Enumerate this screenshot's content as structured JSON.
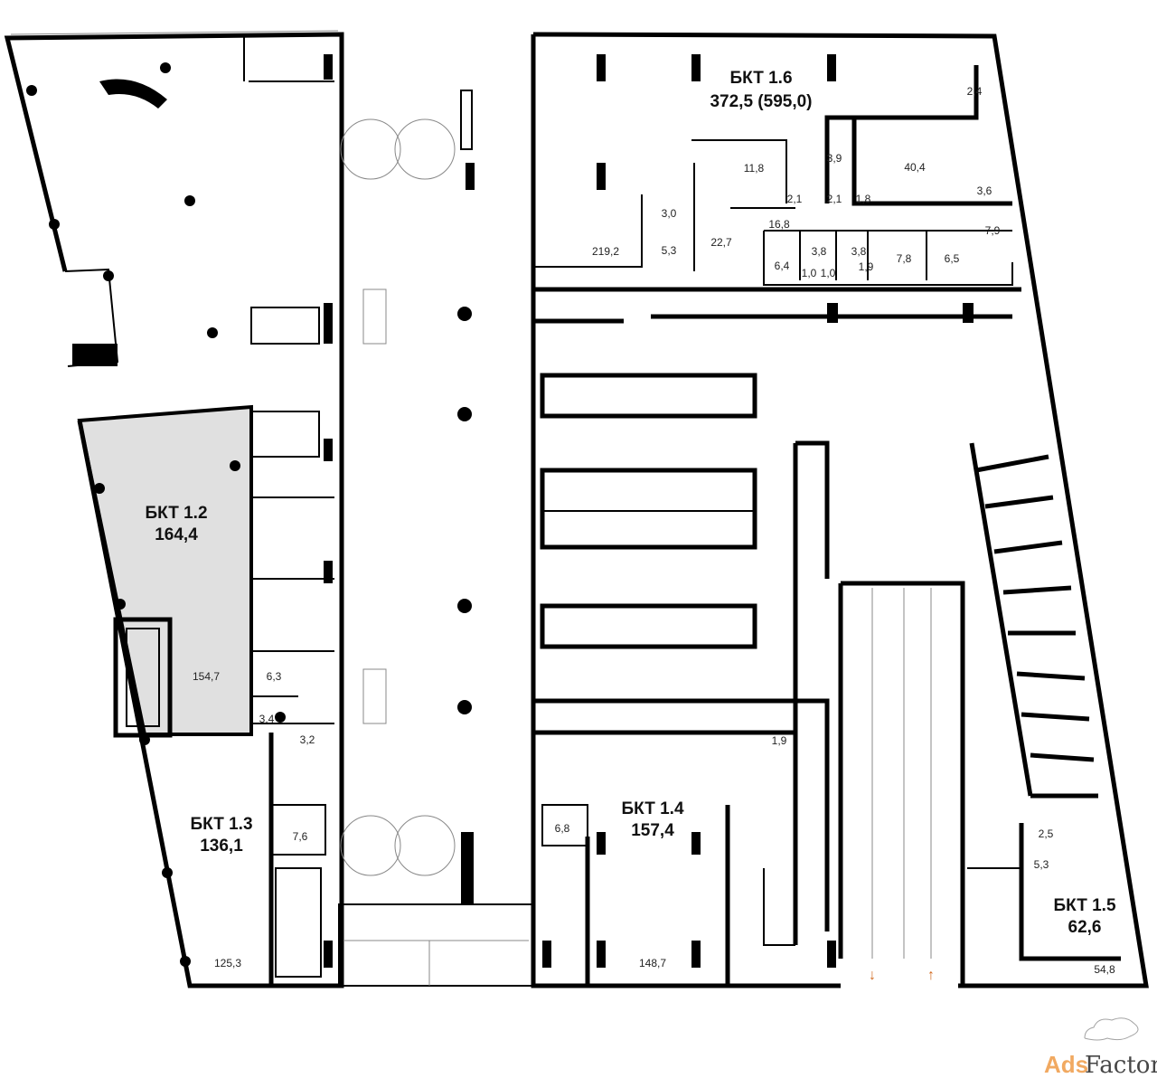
{
  "units": [
    {
      "name": "БКТ 1.2",
      "area": "164,4"
    },
    {
      "name": "БКТ 1.3",
      "area": "136,1"
    },
    {
      "name": "БКТ 1.4",
      "area": "157,4"
    },
    {
      "name": "БКТ 1.5",
      "area": "62,6"
    },
    {
      "name": "БКТ 1.6",
      "area": "372,5 (595,0)"
    }
  ],
  "rooms": [
    "2,4",
    "11,8",
    "3,9",
    "40,4",
    "2,1",
    "2,1",
    "1,8",
    "3,6",
    "3,0",
    "16,8",
    "7,9",
    "5,3",
    "22,7",
    "219,2",
    "6,4",
    "3,8",
    "3,8",
    "7,8",
    "6,5",
    "1,0",
    "1,0",
    "1,9",
    "154,7",
    "6,3",
    "3,4",
    "3,2",
    "7,6",
    "125,3",
    "1,9",
    "6,8",
    "148,7",
    "2,5",
    "5,3",
    "54,8"
  ],
  "colors": {
    "highlight": "#e0e0e0",
    "arrow": "#d2691e",
    "wall": "#000000"
  },
  "watermark": {
    "part1": "Ads",
    "part2": "Factory"
  }
}
